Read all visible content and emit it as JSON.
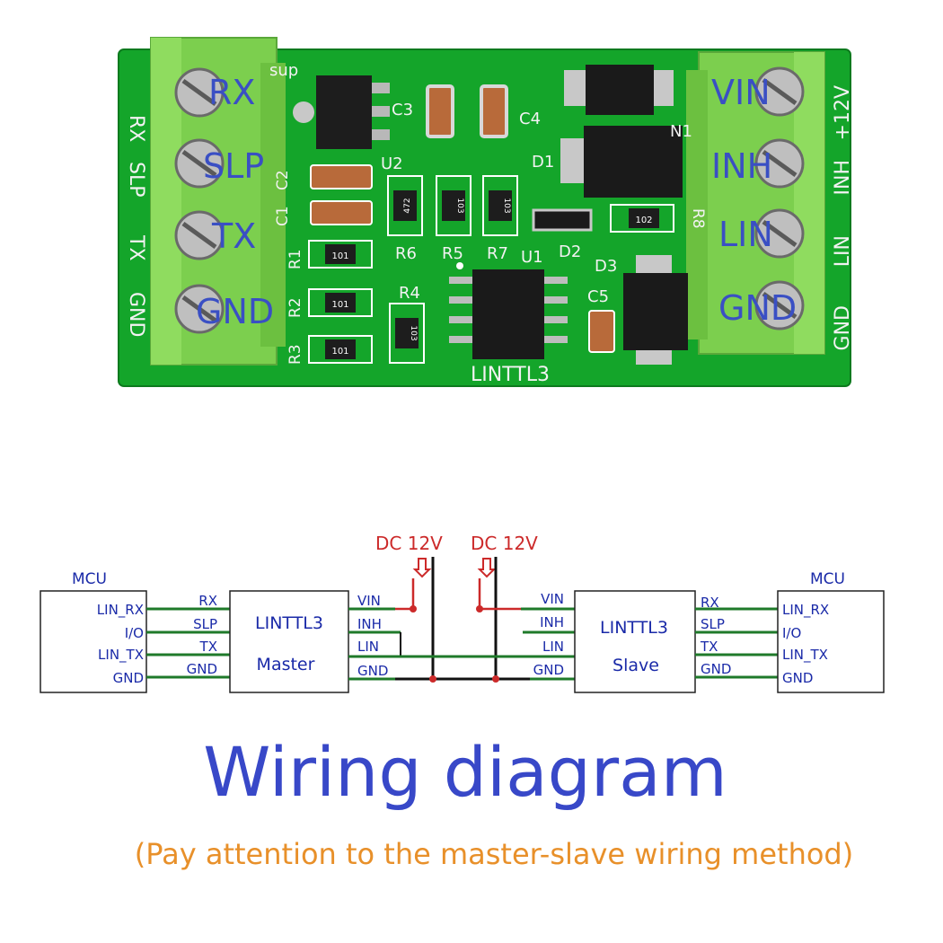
{
  "board": {
    "left_labels": [
      "RX",
      "SLP",
      "TX",
      "GND"
    ],
    "right_labels": [
      "VIN",
      "INH",
      "LIN",
      "GND"
    ],
    "silk_left": [
      "RX",
      "SLP",
      "TX",
      "GND"
    ],
    "silk_right": [
      "+12V",
      "INH",
      "LIN",
      "GND"
    ],
    "silk_top": "sup",
    "components": {
      "c3": "C3",
      "c4": "C4",
      "c2": "C2",
      "c1": "C1",
      "u2": "U2",
      "d1": "D1",
      "n1": "N1",
      "r8": "R8",
      "r6": "R6",
      "r5": "R5",
      "r7": "R7",
      "u1": "U1",
      "d2": "D2",
      "d3": "D3",
      "c5": "C5",
      "r1": "R1",
      "r2": "R2",
      "r3": "R3",
      "r4": "R4"
    },
    "resistor_codes": [
      "472",
      "103",
      "103",
      "101",
      "101",
      "101",
      "103",
      "102"
    ],
    "model": "LINTTL3",
    "colors": {
      "pcb": "#14a52a",
      "terminal": "#7ccf4e",
      "label": "#3a4fc4"
    }
  },
  "diagram": {
    "power_label_1": "DC 12V",
    "power_label_2": "DC 12V",
    "left_mcu": {
      "title": "MCU",
      "pins": [
        "LIN_RX",
        "I/O",
        "LIN_TX",
        "GND"
      ]
    },
    "right_mcu": {
      "title": "MCU",
      "pins": [
        "LIN_RX",
        "I/O",
        "LIN_TX",
        "GND"
      ]
    },
    "master": {
      "name": "LINTTL3",
      "role": "Master",
      "left_pins": [
        "RX",
        "SLP",
        "TX",
        "GND"
      ],
      "right_pins": [
        "VIN",
        "INH",
        "LIN",
        "GND"
      ]
    },
    "slave": {
      "name": "LINTTL3",
      "role": "Slave",
      "left_pins": [
        "VIN",
        "INH",
        "LIN",
        "GND"
      ],
      "right_pins": [
        "RX",
        "SLP",
        "TX",
        "GND"
      ]
    },
    "colors": {
      "wire": "#1f7a2a",
      "power": "#cc2a2a",
      "text": "#1a2aa8",
      "black": "#111111"
    }
  },
  "heading": {
    "title": "Wiring diagram",
    "subtitle": "(Pay attention to the master-slave wiring method)",
    "title_color": "#3848c8",
    "subtitle_color": "#e8902a"
  }
}
